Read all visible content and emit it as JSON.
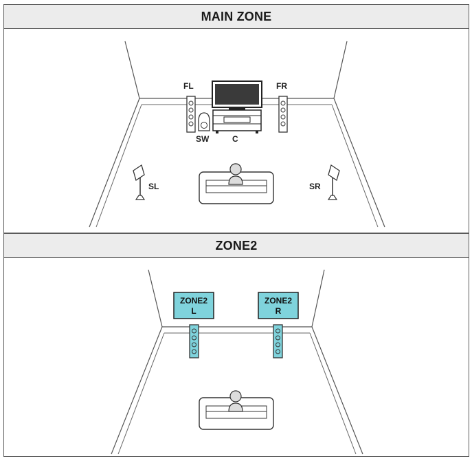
{
  "main_zone": {
    "title": "MAIN ZONE",
    "labels": {
      "fl": "FL",
      "fr": "FR",
      "sw": "SW",
      "c": "C",
      "sl": "SL",
      "sr": "SR"
    }
  },
  "zone2": {
    "title": "ZONE2",
    "label_left_1": "ZONE2",
    "label_left_2": "L",
    "label_right_1": "ZONE2",
    "label_right_2": "R",
    "accent_color": "#7fd3dc"
  }
}
